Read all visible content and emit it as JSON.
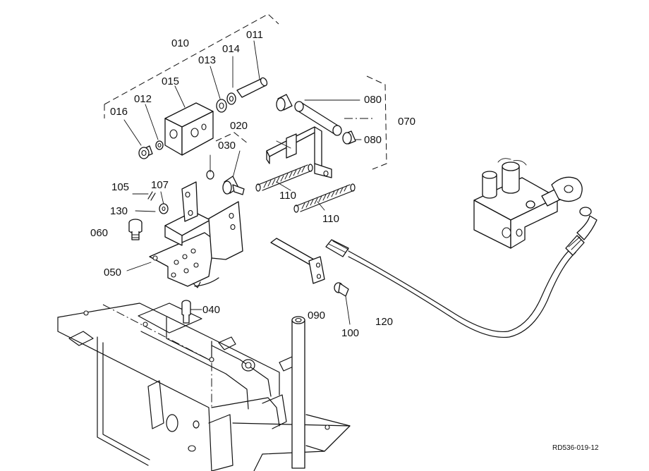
{
  "callouts": {
    "p010": "010",
    "p011": "011",
    "p012": "012",
    "p013": "013",
    "p014": "014",
    "p015": "015",
    "p016": "016",
    "p020": "020",
    "p030": "030",
    "p040": "040",
    "p050": "050",
    "p060": "060",
    "p070": "070",
    "p080a": "080",
    "p080b": "080",
    "p090": "090",
    "p100": "100",
    "p105": "105",
    "p107": "107",
    "p110a": "110",
    "p110b": "110",
    "p120": "120",
    "p130": "130"
  },
  "drawing_ref": "RD536-019-12"
}
